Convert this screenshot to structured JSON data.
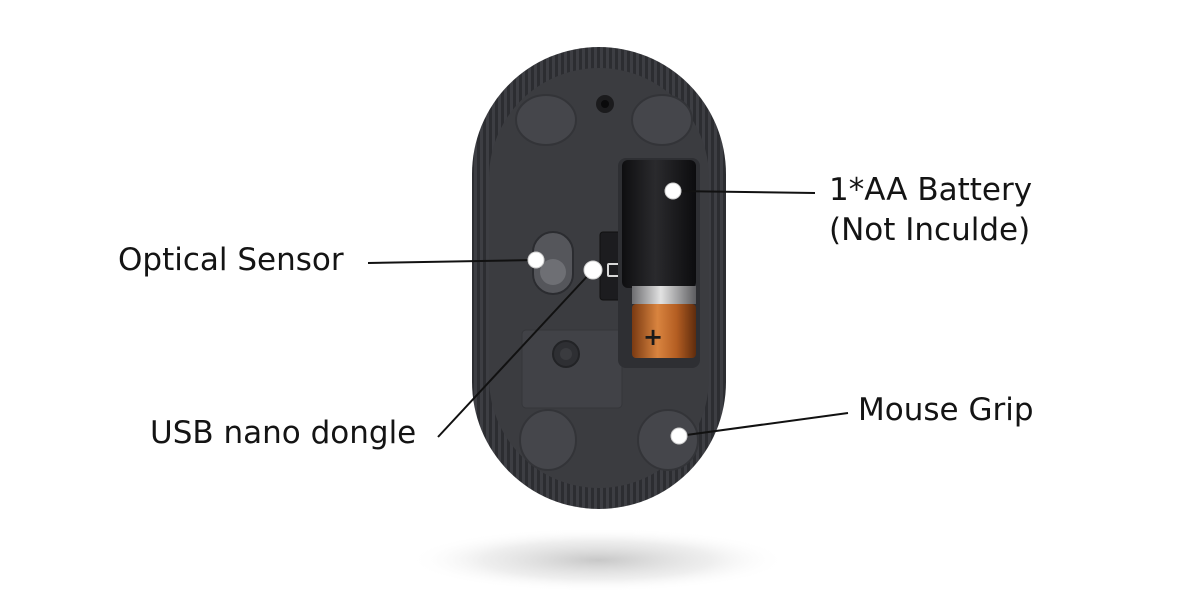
{
  "callouts": {
    "optical_sensor": "Optical Sensor",
    "usb_dongle": "USB nano dongle",
    "battery_line1": "1*AA Battery",
    "battery_line2": "(Not Inculde)",
    "mouse_grip": "Mouse Grip"
  },
  "colors": {
    "mouse_body": "#3a3b3f",
    "mouse_rim": "#2b2c30",
    "battery_body": "#1c1c1e",
    "battery_copper": "#c46b2a",
    "leader_line": "#111111",
    "marker_dot": "#ffffff"
  }
}
